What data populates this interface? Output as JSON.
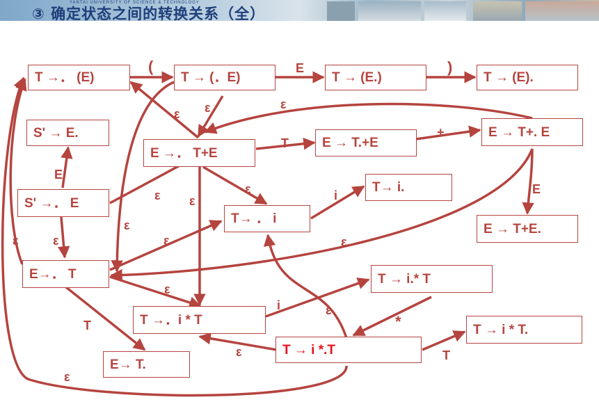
{
  "header": {
    "title": "③ 确定状态之间的转换关系（全）",
    "subtitle": "YANTAI UNIVERSITY OF SCIENCE & TECHNOLOGY"
  },
  "diagram": {
    "states": [
      {
        "id": "s1",
        "text": "T →． (E)"
      },
      {
        "id": "s2",
        "text": "T → (．E)"
      },
      {
        "id": "s3",
        "text": "T → (E.)"
      },
      {
        "id": "s4",
        "text": "T → (E)."
      },
      {
        "id": "s5",
        "text": "S' → E."
      },
      {
        "id": "s6",
        "text": "E →． T+E"
      },
      {
        "id": "s7",
        "text": "E → T.+E"
      },
      {
        "id": "s8",
        "text": "E → T+. E"
      },
      {
        "id": "s9",
        "text": "S' →． E"
      },
      {
        "id": "s10",
        "text": "T→ ． i"
      },
      {
        "id": "s11",
        "text": "T→ i."
      },
      {
        "id": "s12",
        "text": "E → T+E."
      },
      {
        "id": "s13",
        "text": "E→． T"
      },
      {
        "id": "s14",
        "text": "T → i.* T"
      },
      {
        "id": "s15",
        "text": "T →．i * T"
      },
      {
        "id": "s16",
        "text": "T → i *.T"
      },
      {
        "id": "s17",
        "text": "T → i * T."
      },
      {
        "id": "s18",
        "text": "E→ T."
      }
    ],
    "labels": {
      "lparen": "(",
      "rparen": ")",
      "E": "E",
      "T": "T",
      "i": "i",
      "plus": "+",
      "star": "*",
      "eps": "ε"
    }
  },
  "colors": {
    "arrow": "#b5443f",
    "highlight": "#e8101e",
    "banner_text": "#1f3f7a"
  }
}
